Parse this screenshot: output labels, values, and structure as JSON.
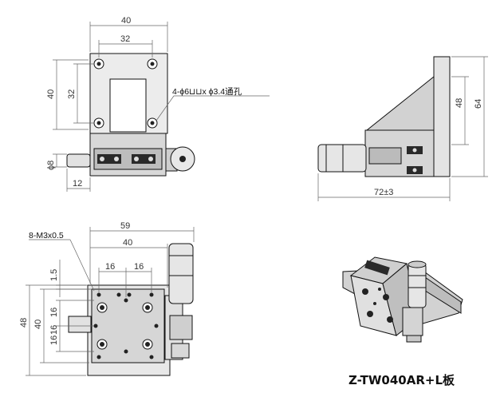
{
  "model_label": "Z-TW040AR+L板",
  "top_view": {
    "dim_width_outer": "40",
    "dim_width_holes": "32",
    "dim_height_outer": "40",
    "dim_height_holes": "32",
    "dim_micrometer_dia": "ϕ8",
    "dim_micrometer_len": "12",
    "hole_note": "4-ϕ6⊔⊔x ϕ3.4通孔"
  },
  "side_view": {
    "dim_total_height": "64",
    "dim_bracket_height": "48",
    "dim_length": "72±3"
  },
  "front_view": {
    "thread_note": "8-M3x0.5",
    "dim_total_width": "59",
    "dim_table_width": "40",
    "dim_pitch_1": "16",
    "dim_pitch_2": "16",
    "dim_offset": "1.5",
    "dim_total_height": "48",
    "dim_table_height": "40",
    "dim_vpitch_1": "16",
    "dim_vpitch_2": "16",
    "dim_vpitch_3": "16"
  },
  "colors": {
    "line": "#111111",
    "dimension": "#666666",
    "body_fill": "#d8d8d8",
    "dark_fill": "#2a2a2a"
  }
}
